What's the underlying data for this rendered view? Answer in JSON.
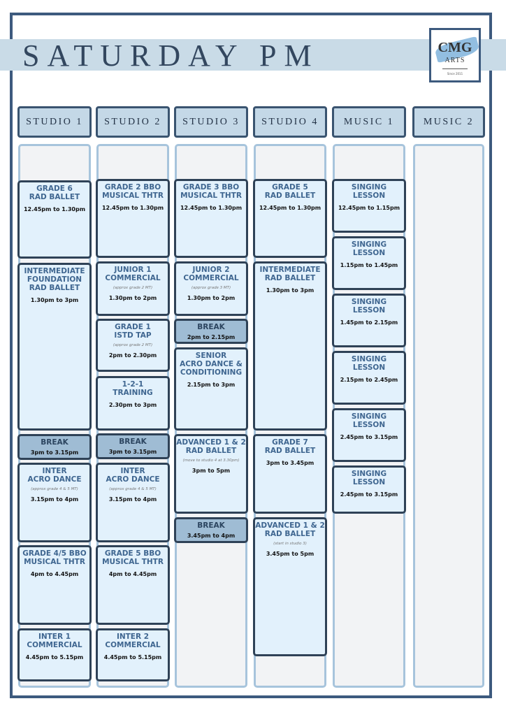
{
  "title": "SATURDAY PM",
  "logo": {
    "text": "CMG",
    "subtext": "ARTS",
    "since": "Since 2011"
  },
  "colors": {
    "frame": "#3d5a7e",
    "header_bg": "#c4d8e7",
    "class_bg": "#e2f1fc",
    "break_bg": "#9fbcd4",
    "class_title": "#3f6690"
  },
  "columns": [
    {
      "label": "STUDIO 1",
      "blocks": [
        {
          "name": "GRADE 6\nRAD BALLET",
          "time": "12.45pm to 1.30pm"
        },
        {
          "name": "INTERMEDIATE\nFOUNDATION\nRAD BALLET",
          "time": "1.30pm to 3pm"
        },
        {
          "name": "BREAK",
          "time": "3pm to 3.15pm",
          "break": true
        },
        {
          "name": "INTER\nACRO DANCE",
          "note": "(approx grade 4 & 5 MT)",
          "time": "3.15pm to 4pm"
        },
        {
          "name": "GRADE 4/5 BBO\nMUSICAL THTR",
          "time": "4pm to 4.45pm"
        },
        {
          "name": "INTER 1\nCOMMERCIAL",
          "time": "4.45pm to 5.15pm"
        }
      ]
    },
    {
      "label": "STUDIO 2",
      "blocks": [
        {
          "name": "GRADE 2 BBO\nMUSICAL THTR",
          "time": "12.45pm to 1.30pm"
        },
        {
          "name": "JUNIOR 1\nCOMMERCIAL",
          "note": "(approx grade 2 MT)",
          "time": "1.30pm to 2pm"
        },
        {
          "name": "GRADE 1\nISTD TAP",
          "note": "(approx grade 2 MT)",
          "time": "2pm to 2.30pm"
        },
        {
          "name": "1-2-1\nTRAINING",
          "time": "2.30pm to 3pm"
        },
        {
          "name": "BREAK",
          "time": "3pm to 3.15pm",
          "break": true
        },
        {
          "name": "INTER\nACRO DANCE",
          "note": "(approx grade 4 & 5 MT)",
          "time": "3.15pm to 4pm"
        },
        {
          "name": "GRADE 5 BBO\nMUSICAL THTR",
          "time": "4pm to 4.45pm"
        },
        {
          "name": "INTER 2\nCOMMERCIAL",
          "time": "4.45pm to 5.15pm"
        }
      ]
    },
    {
      "label": "STUDIO 3",
      "blocks": [
        {
          "name": "GRADE 3 BBO\nMUSICAL THTR",
          "time": "12.45pm to 1.30pm"
        },
        {
          "name": "JUNIOR 2\nCOMMERCIAL",
          "note": "(approx grade 3 MT)",
          "time": "1.30pm to 2pm"
        },
        {
          "name": "BREAK",
          "time": "2pm to 2.15pm",
          "break": true
        },
        {
          "name": "SENIOR\nACRO DANCE &\nCONDITIONING",
          "time": "2.15pm to 3pm"
        },
        {
          "name": "ADVANCED 1 & 2\nRAD BALLET",
          "note": "(move to studio 4 at 3.30pm)",
          "time": "3pm to 5pm"
        },
        {
          "name": "BREAK",
          "time": "3.45pm to 4pm",
          "break": true
        }
      ]
    },
    {
      "label": "STUDIO 4",
      "blocks": [
        {
          "name": "GRADE 5\nRAD BALLET",
          "time": "12.45pm to 1.30pm"
        },
        {
          "name": "INTERMEDIATE\nRAD BALLET",
          "time": "1.30pm to 3pm"
        },
        {
          "name": "GRADE 7\nRAD BALLET",
          "time": "3pm to 3.45pm"
        },
        {
          "name": "ADVANCED 1 & 2\nRAD BALLET",
          "note": "(start in studio 3)",
          "time": "3.45pm to 5pm"
        }
      ]
    },
    {
      "label": "MUSIC 1",
      "blocks": [
        {
          "name": "SINGING\nLESSON",
          "time": "12.45pm to 1.15pm"
        },
        {
          "name": "SINGING\nLESSON",
          "time": "1.15pm to 1.45pm"
        },
        {
          "name": "SINGING\nLESSON",
          "time": "1.45pm to 2.15pm"
        },
        {
          "name": "SINGING\nLESSON",
          "time": "2.15pm to 2.45pm"
        },
        {
          "name": "SINGING\nLESSON",
          "time": "2.45pm to 3.15pm"
        },
        {
          "name": "SINGING\nLESSON",
          "time": "2.45pm to 3.15pm"
        }
      ]
    },
    {
      "label": "MUSIC 2",
      "blocks": []
    }
  ]
}
